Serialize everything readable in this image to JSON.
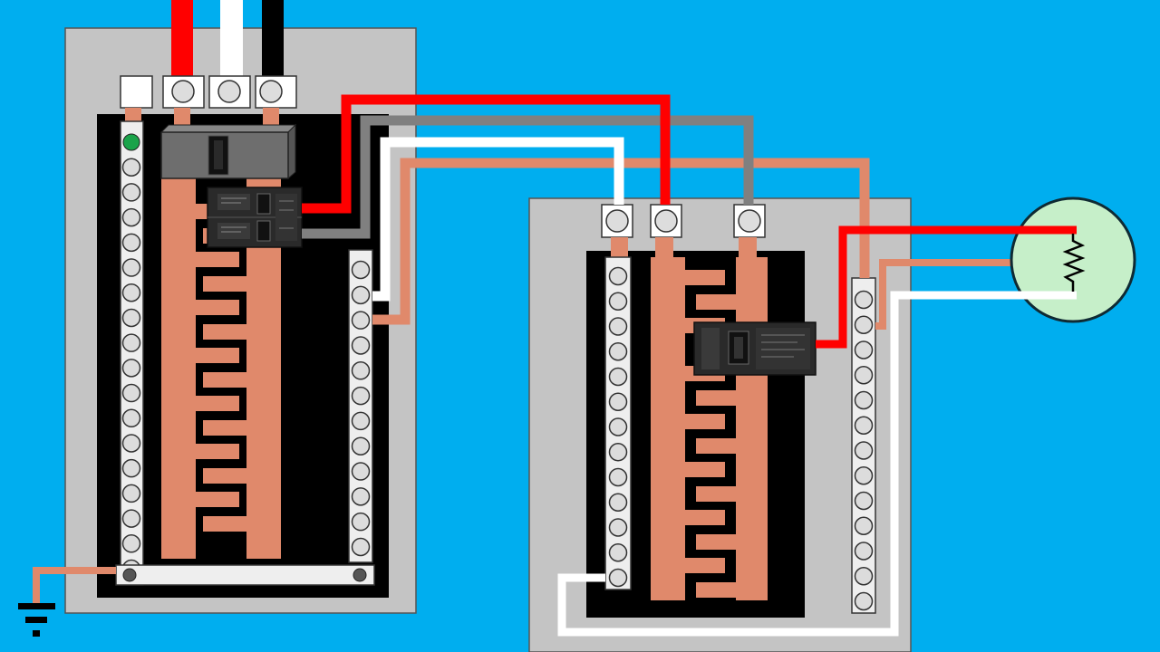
{
  "colors": {
    "background": "#00aeef",
    "panel_enclosure": "#c4c4c4",
    "panel_interior": "#000000",
    "bus_bar": "#e0896b",
    "hot_wire_red": "#ff0000",
    "hot_wire_black": "#000000",
    "hot_wire_gray": "#808080",
    "neutral_wire": "#ffffff",
    "ground_wire": "#e0896b",
    "terminal_bar": "#eeeeee",
    "ground_indicator": "#1aa34a",
    "breaker_body": "#2a2a2a",
    "load_fill": "#c6efc9"
  },
  "icons": {
    "earth_ground": "ground-symbol-icon",
    "resistor": "resistor-icon",
    "lug": "terminal-lug-icon",
    "breaker": "circuit-breaker-icon"
  },
  "main_panel": {
    "left_terminal_screws": 18,
    "right_terminal_screws": 12,
    "bus_fingers_per_side": 7
  },
  "sub_panel": {
    "left_terminal_screws": 13,
    "right_terminal_screws": 13,
    "bus_fingers_per_side": 7
  }
}
